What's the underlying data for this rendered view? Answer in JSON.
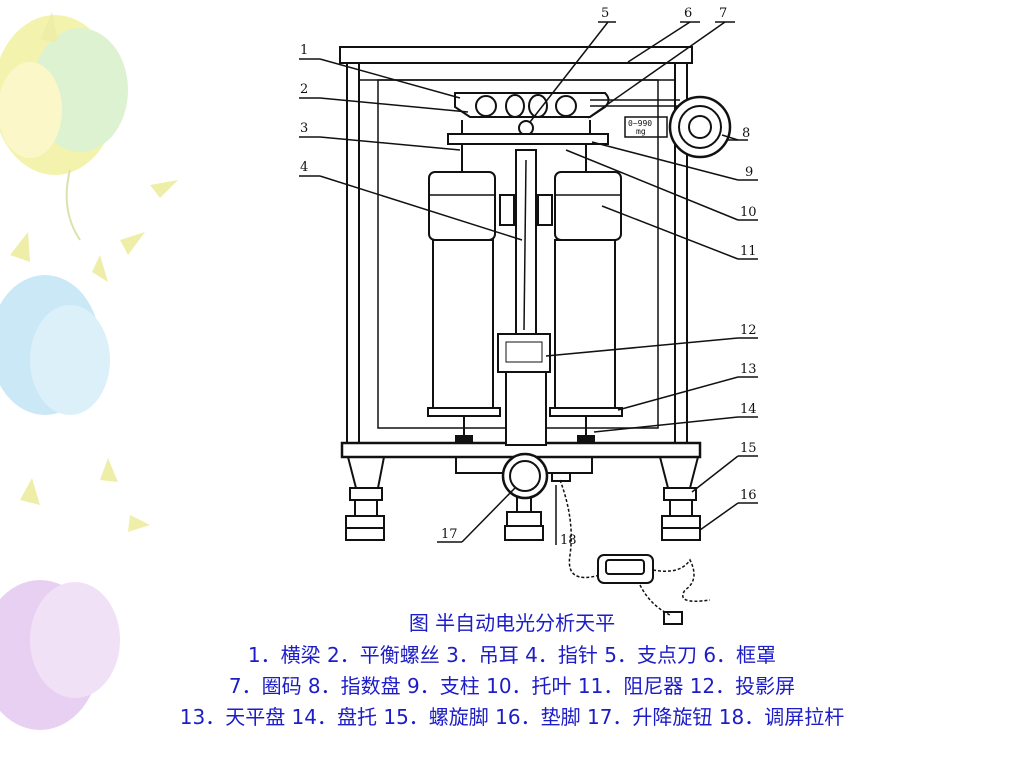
{
  "caption": {
    "title": "图  半自动电光分析天平",
    "line1": "1．横梁   2．平衡螺丝   3．吊耳   4．指针   5．支点刀   6．框罩",
    "line2": "7．圈码   8．指数盘   9．支柱   10．托叶   11．阻尼器   12．投影屏",
    "line3": "13．天平盘   14．盘托   15．螺旋脚   16．垫脚   17．升降旋钮   18．调屏拉杆"
  },
  "diagram": {
    "callouts": [
      "1",
      "2",
      "3",
      "4",
      "5",
      "6",
      "7",
      "8",
      "9",
      "10",
      "11",
      "12",
      "13",
      "14",
      "15",
      "16",
      "17",
      "18"
    ],
    "dial_text_1": "0~990",
    "dial_text_2": "mg"
  },
  "colors": {
    "caption_text": "#1c1cc8",
    "line_art": "#111111",
    "balloon_yellow": "#f2f2a0",
    "balloon_green": "#cfeec0",
    "balloon_blue": "#bfe3f5",
    "balloon_purple": "#e3c8ef",
    "sun_ray": "#ecec9a"
  }
}
